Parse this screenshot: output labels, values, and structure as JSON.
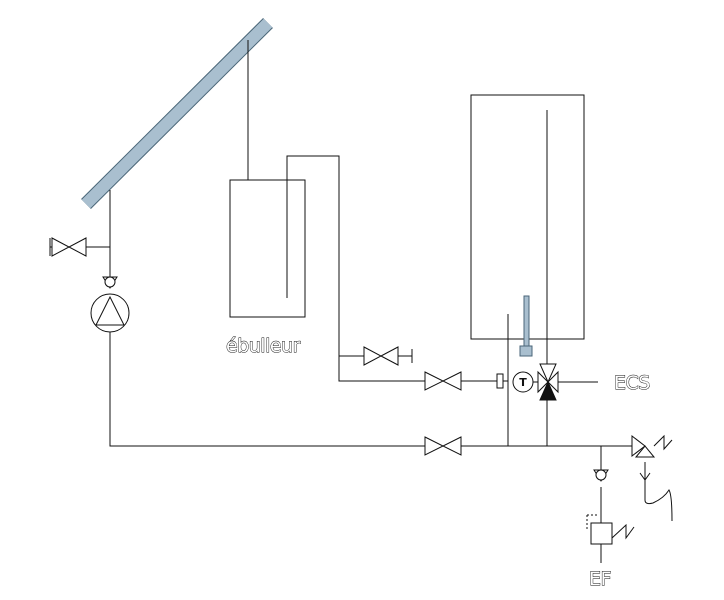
{
  "labels": {
    "boiler": "ébulleur",
    "hot_water_outlet": "ECS",
    "cold_water_inlet": "EF",
    "thermostat_symbol": "T"
  },
  "colors": {
    "line": "#111111",
    "collector_fill": "#a9bfcf",
    "collector_stroke": "#4a6678",
    "sensor_fill": "#a9bfcf",
    "background": "#ffffff"
  },
  "components": [
    "solar-collector",
    "boiler-tank",
    "storage-tank",
    "circulation-pump",
    "check-valve",
    "gate-valve",
    "three-way-thermostatic-valve",
    "safety-valve",
    "pressure-reducer",
    "drain-funnel"
  ]
}
